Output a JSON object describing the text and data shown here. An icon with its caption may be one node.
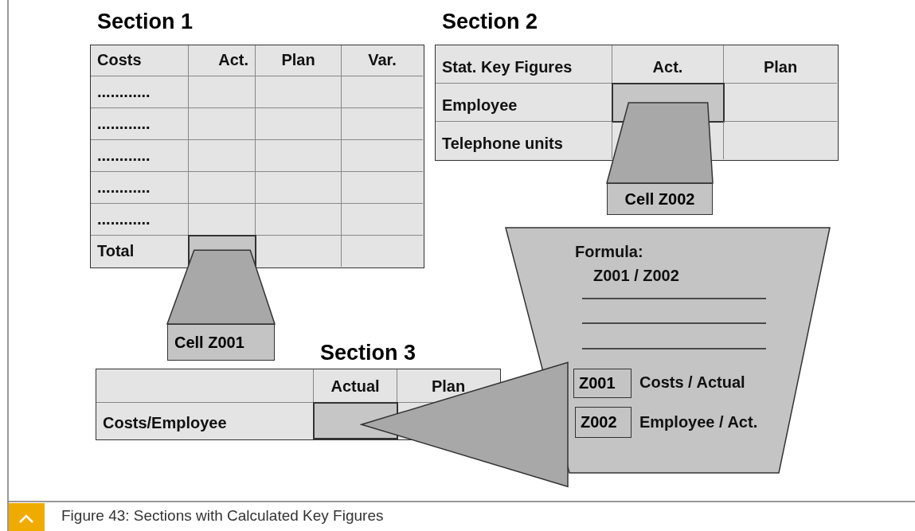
{
  "diagram": {
    "caption": "Figure 43: Sections with Calculated Key Figures",
    "nodes": [
      {
        "text": [
          "Section 1"
        ]
      },
      {
        "text": [],
        "shape": "box",
        "in": 0
      },
      {
        "text": [
          "Cell Z001"
        ]
      },
      {
        "text": [
          "Section 2"
        ]
      },
      {
        "text": [],
        "shape": "box",
        "in": 3
      },
      {
        "text": [
          "Cell Z002"
        ]
      },
      {
        "text": [
          "Formula:",
          "Z001 / Z002"
        ]
      },
      {
        "text": [
          "Z001"
        ],
        "in": 6,
        "beside": [
          "Costs / Actual"
        ]
      },
      {
        "text": [
          "Z002"
        ],
        "in": 6,
        "beside": [
          "Employee / Act."
        ]
      },
      {
        "text": [
          "Section 3"
        ]
      },
      {
        "text": [],
        "shape": "box",
        "in": 9
      }
    ],
    "edges": [
      {
        "from": 1,
        "to": 2,
        "arrow": "none"
      },
      {
        "from": 4,
        "to": 5,
        "arrow": "none"
      },
      {
        "from": 6,
        "to": 10,
        "arrow": "to"
      }
    ],
    "labels": [
      "Costs",
      "Act.",
      "Plan",
      "Var.",
      "............",
      "............",
      "............",
      "............",
      "............",
      "Total",
      "Stat. Key Figures",
      "Act.",
      "Plan",
      "Employee",
      "Telephone units",
      "Actual",
      "Plan",
      "Costs/Employee"
    ]
  }
}
